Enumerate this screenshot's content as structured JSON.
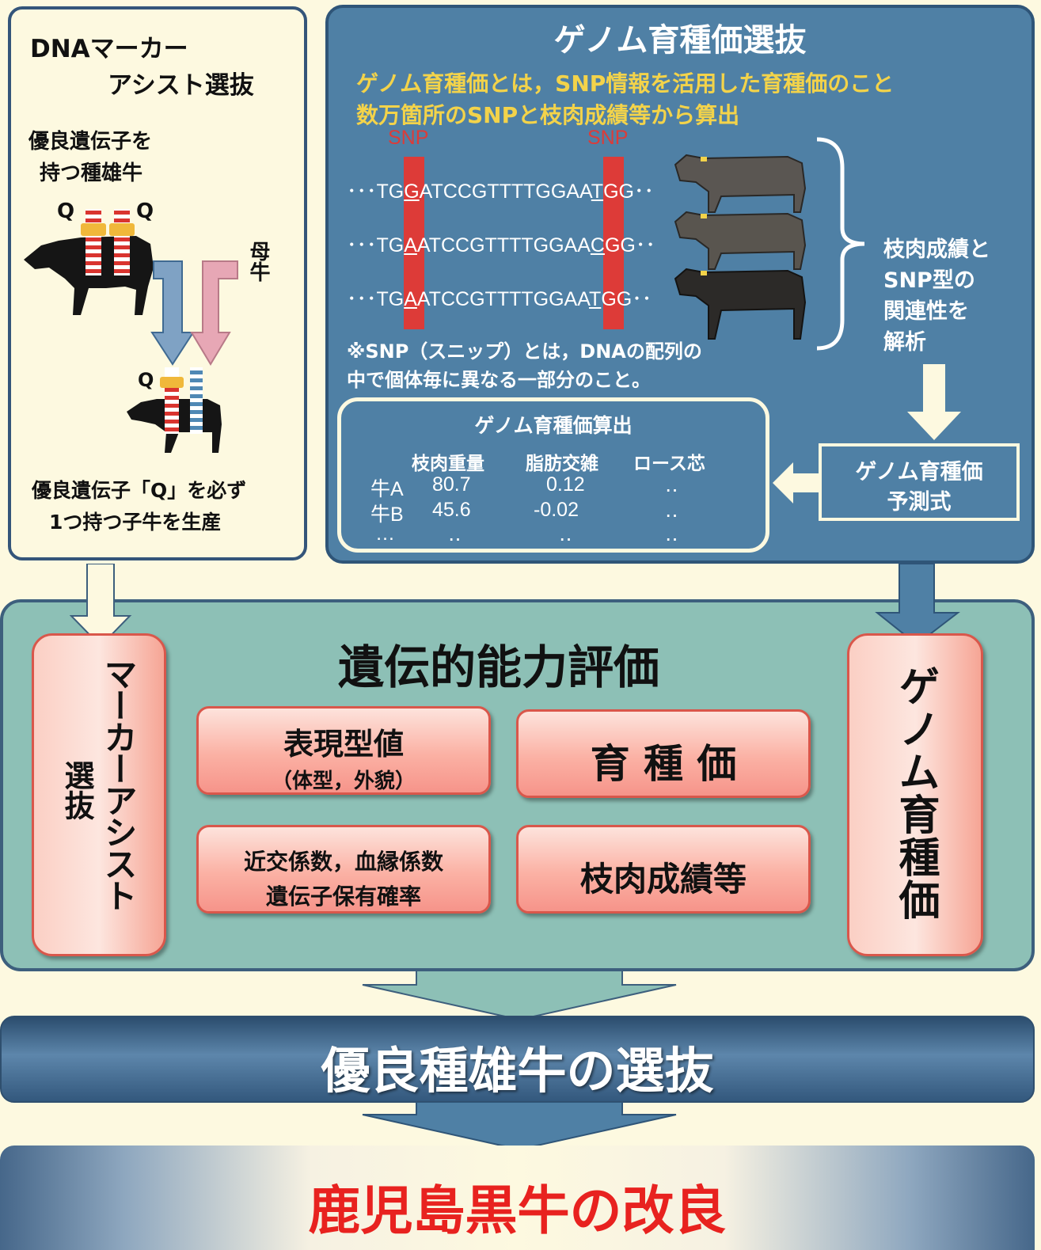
{
  "left_panel": {
    "title_line1": "DNAマーカー",
    "title_line2": "アシスト選抜",
    "sire_line1": "優良遺伝子を",
    "sire_line2": "持つ種雄牛",
    "q_label": "Q",
    "dam_label": "母牛",
    "calf_line1": "優良遺伝子「Q」を必ず",
    "calf_line2": "1つ持つ子牛を生産"
  },
  "genomic_panel": {
    "title": "ゲノム育種価選抜",
    "def_line1": "ゲノム育種価とは，SNP情報を活用した育種価のこと",
    "def_line2": "数万箇所のSNPと枝肉成績等から算出",
    "snp_label": "SNP",
    "sequences": [
      {
        "pre": "･･･TG",
        "s1": "G",
        "mid": "ATCCGTTTTGGAA",
        "s2": "T",
        "post": "GG･･"
      },
      {
        "pre": "･･･TG",
        "s1": "A",
        "mid": "ATCCGTTTTGGAA",
        "s2": "C",
        "post": "GG･･"
      },
      {
        "pre": "･･･TG",
        "s1": "A",
        "mid": "ATCCGTTTTGGAA",
        "s2": "T",
        "post": "GG･･"
      }
    ],
    "note_line1": "※SNP（スニップ）とは，DNAの配列の",
    "note_line2": "中で個体毎に異なる一部分のこと。",
    "analysis_line1": "枝肉成績と",
    "analysis_line2": "SNP型の",
    "analysis_line3": "関連性を",
    "analysis_line4": "解析",
    "formula_line1": "ゲノム育種価",
    "formula_line2": "予測式",
    "calc": {
      "title": "ゲノム育種価算出",
      "headers": [
        "枝肉重量",
        "脂肪交雑",
        "ロース芯"
      ],
      "rows": [
        {
          "name": "牛A",
          "v1": "80.7",
          "v2": "0.12",
          "v3": "‥"
        },
        {
          "name": "牛B",
          "v1": "45.6",
          "v2": "-0.02",
          "v3": "‥"
        },
        {
          "name": "…",
          "v1": "‥",
          "v2": "‥",
          "v3": "‥"
        }
      ]
    }
  },
  "evaluation": {
    "title": "遺伝的能力評価",
    "marker_col_main": "マーカーアシスト",
    "marker_col_sub": "選抜",
    "genomic_col": "ゲノム育種価",
    "box_phenotype": "表現型値",
    "box_phenotype_sub": "（体型，外貌）",
    "box_breeding_value": "育 種 価",
    "box_coefficients_line1": "近交係数，血縁係数",
    "box_coefficients_line2": "遺伝子保有確率",
    "box_carcass": "枝肉成績等"
  },
  "selection_band": "優良種雄牛の選抜",
  "improvement_band": "鹿児島黒牛の改良",
  "colors": {
    "panel_blue": "#4f80a5",
    "teal": "#8dc0b6",
    "snp_red": "#dd3b38",
    "highlight_yellow": "#f3d34a",
    "final_red": "#e8221f"
  }
}
